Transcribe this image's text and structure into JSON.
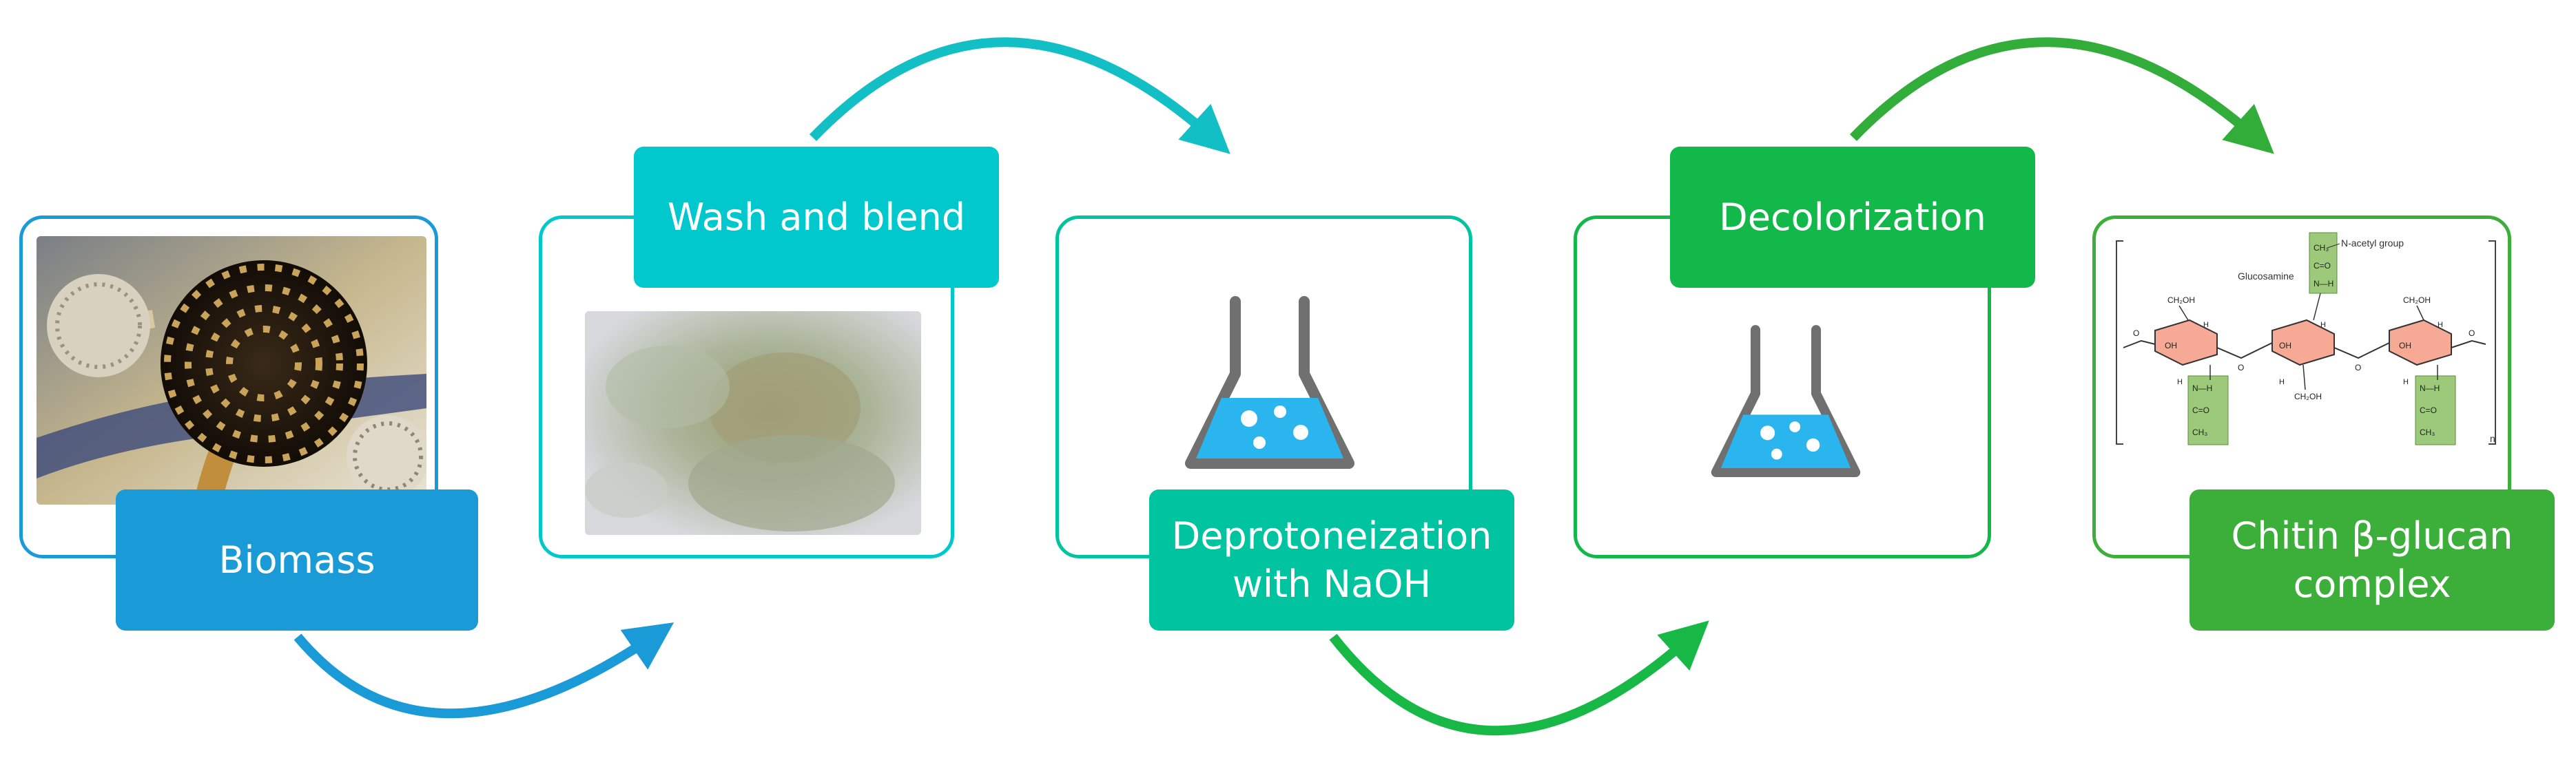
{
  "steps": [
    {
      "label": "Biomass",
      "color": "#1a9ad6"
    },
    {
      "label": "Wash and blend",
      "color": "#00c8cc"
    },
    {
      "label_line1": "Deprotoneization",
      "label_line2": "with NaOH",
      "color": "#00c4a0"
    },
    {
      "label": "Decolorization",
      "color": "#13b84a"
    },
    {
      "label_line1": "Chitin β-glucan",
      "label_line2": "complex",
      "color": "#3cae3a"
    }
  ],
  "structure": {
    "glucosamine": "Glucosamine",
    "n_acetyl_group": "N-acetyl group",
    "subscript_n": "n",
    "ch2oh": "CH₂OH",
    "oh": "OH",
    "h": "H",
    "o": "O",
    "nh": "N—H",
    "co": "C=O",
    "ch3": "CH₃"
  },
  "icons": [
    "mold-biomass-image",
    "green-powder-image",
    "flask-icon",
    "flask-icon",
    "chitin-structure-diagram"
  ]
}
